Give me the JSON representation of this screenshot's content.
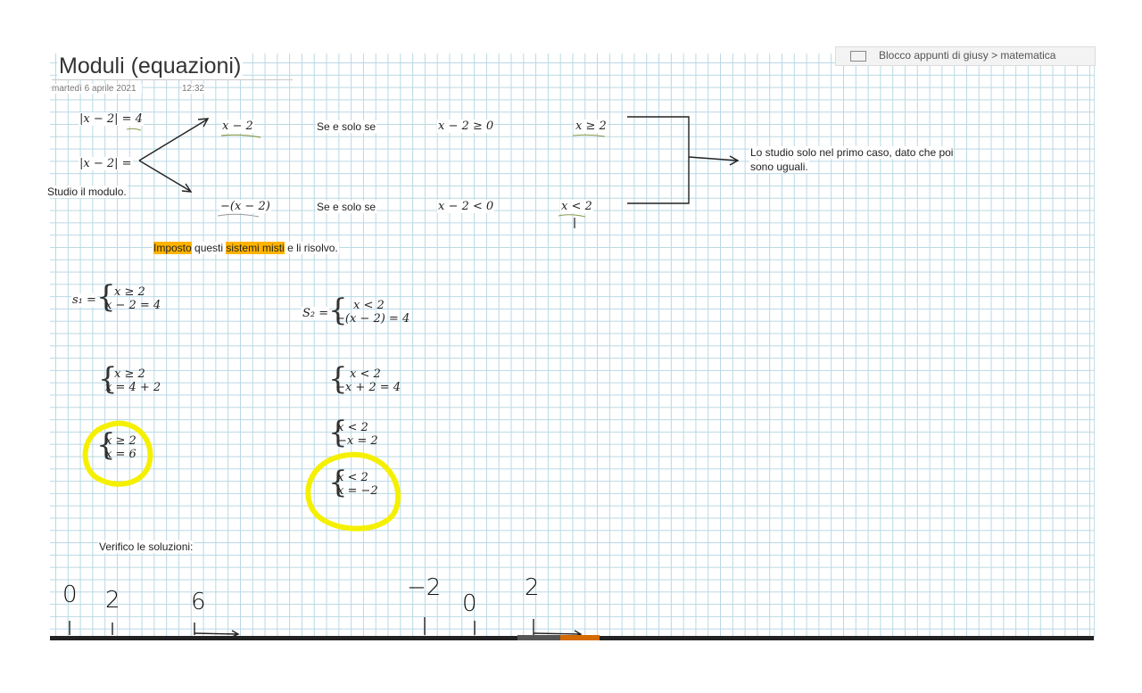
{
  "header": {
    "title": "Moduli (equazioni)",
    "date": "martedì 6 aprile 2021",
    "time": "12:32",
    "notebook": "Blocco appunti di giusy > matematica"
  },
  "top": {
    "eq1": "|x − 2| = 4",
    "eq2": "|x − 2| =",
    "studio": "Studio il modulo.",
    "case1_expr": "x − 2",
    "case1_cond": "Se e solo se",
    "case1_ineq": "x − 2 ≥ 0",
    "case1_res": "x ≥ 2",
    "case2_expr": "−(x − 2)",
    "case2_cond": "Se e solo se",
    "case2_ineq": "x − 2 < 0",
    "case2_res": "x < 2",
    "note_line1": "Lo studio solo nel primo caso, dato che poi",
    "note_line2": "sono uguali."
  },
  "imposto": {
    "w1": "Imposto",
    "w2": " questi ",
    "w3": "sistemi misti",
    "w4": " e li risolvo."
  },
  "systems": {
    "s1_label": "s₁ =",
    "s1_a": "x ≥ 2",
    "s1_b": "x − 2 = 4",
    "s2_label": "S₂ =",
    "s2_a": "x < 2",
    "s2_b": "−(x − 2) = 4",
    "l1_a": "x ≥ 2",
    "l1_b": "x = 4 + 2",
    "l2_a": "x ≥ 2",
    "l2_b": "x = 6",
    "r1_a": "x < 2",
    "r1_b": "−x + 2 = 4",
    "r2_a": "x < 2",
    "r2_b": "−x = 2",
    "r3_a": "x < 2",
    "r3_b": "x = −2"
  },
  "verify": {
    "label": "Verifico le soluzioni:",
    "left_n0": "0",
    "left_n2": "2",
    "left_n6": "6",
    "right_nm2": "−2",
    "right_n0": "0",
    "right_n2": "2"
  },
  "colors": {
    "grid": "#b9d8e4",
    "highlight": "#ffb300",
    "ink_yellow": "#f5f000"
  }
}
